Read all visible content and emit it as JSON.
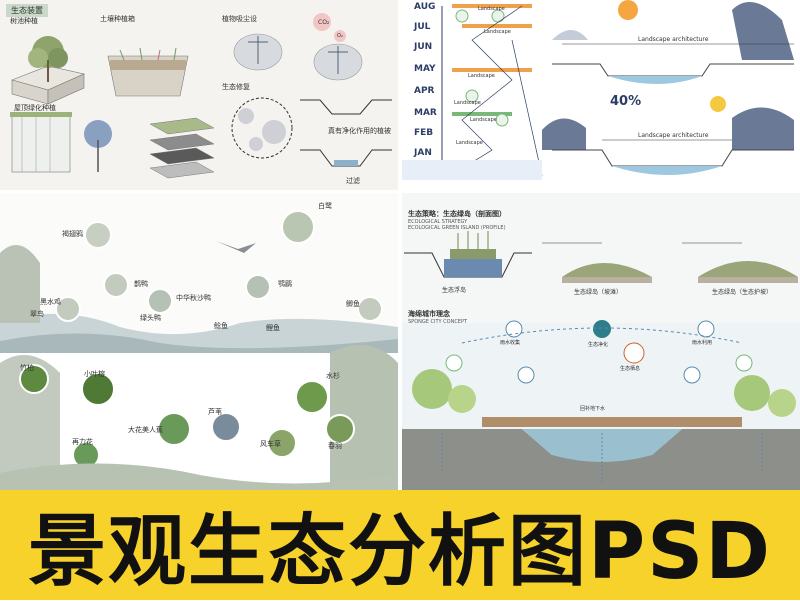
{
  "banner": {
    "title": "景观生态分析图PSD"
  },
  "panel1": {
    "title": "生态装置",
    "section_tree_pool": "树池种植",
    "section_soil": "土壤种植箱",
    "section_plant_absorb": "植物吸尘设",
    "section_roof": "屋顶绿化种植",
    "section_restore": "生态修复",
    "label_co2": "CO₂",
    "label_o2": "O₂",
    "label_filter": "过滤",
    "label_wetland": "真有净化作用的植被"
  },
  "panel2": {
    "months": [
      "AUG",
      "JUL",
      "JUN",
      "MAY",
      "APR",
      "MAR",
      "FEB",
      "JAN"
    ],
    "bar_labels": [
      "Landscape",
      "Landscape",
      "Landscape",
      "Landscape",
      "Landscape",
      "Landscape"
    ],
    "arch_label_top": "Landscape architecture",
    "percent": "40%",
    "arch_label_bottom": "Landscape architecture"
  },
  "panel3": {
    "birds": [
      "褐翅鸦",
      "白鹭",
      "鹊鸭",
      "黑水鸡",
      "绿头鸭",
      "中华秋沙鸭",
      "鹗鹛",
      "翠鸟",
      "鲶鱼",
      "鲤鱼",
      "鲫鱼"
    ],
    "plants": [
      "水杉",
      "小叶榕",
      "竹柏",
      "再力花",
      "芦苇",
      "大花美人蕉",
      "风车草",
      "春羽"
    ]
  },
  "panel4": {
    "title_cn": "生态策略：生态绿岛（剖面图）",
    "title_en": "ECOLOGICAL STRATEGY",
    "subtitle_en": "ECOLOGICAL GREEN ISLAND (PROFILE)",
    "island_a": "生态浮岛",
    "island_b": "生态绿岛（坡滩）",
    "island_c": "生态绿岛（生态护坡）",
    "sponge_cn": "海绵城市理念",
    "sponge_en": "SPONGE CITY CONCEPT",
    "node_labels": [
      "雨水收集",
      "生态净化",
      "回补地下水",
      "雨水利用",
      "生态栖息"
    ]
  }
}
